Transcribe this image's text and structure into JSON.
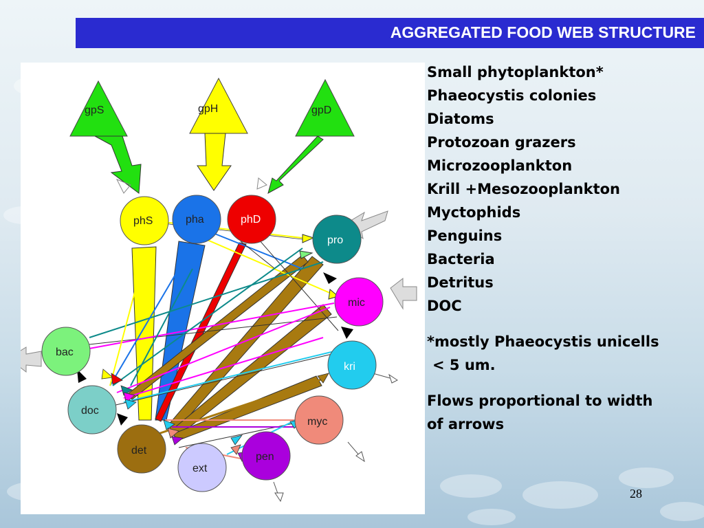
{
  "slide": {
    "title": "AGGREGATED FOOD WEB STRUCTURE",
    "page_number": "28"
  },
  "legend": {
    "lines": [
      "Small phytoplankton*",
      "Phaeocystis colonies",
      "Diatoms",
      "Protozoan grazers",
      "Microzooplankton",
      "Krill +Mesozooplankton",
      "Myctophids",
      "Penguins",
      "Bacteria",
      "Detritus",
      "DOC"
    ],
    "footnote_1": "*mostly Phaeocystis unicells",
    "footnote_2": "< 5 um.",
    "note_1": "Flows proportional to width",
    "note_2": "of arrows"
  },
  "diagram": {
    "nodes": {
      "gpS": {
        "label": "gpS",
        "color": "#22e010"
      },
      "gpH": {
        "label": "gpH",
        "color": "#ffff00"
      },
      "gpD": {
        "label": "gpD",
        "color": "#22e010"
      },
      "phS": {
        "label": "phS",
        "color": "#ffff00"
      },
      "pha": {
        "label": "pha",
        "color": "#1a73e8"
      },
      "phD": {
        "label": "phD",
        "color": "#ff0000"
      },
      "pro": {
        "label": "pro",
        "color": "#0d8a8a"
      },
      "mic": {
        "label": "mic",
        "color": "#ff00ff"
      },
      "kri": {
        "label": "kri",
        "color": "#22ccee"
      },
      "myc": {
        "label": "myc",
        "color": "#f08a7a"
      },
      "pen": {
        "label": "pen",
        "color": "#aa00dd"
      },
      "ext": {
        "label": "ext",
        "color": "#cccaff"
      },
      "det": {
        "label": "det",
        "color": "#9c6e10"
      },
      "doc": {
        "label": "doc",
        "color": "#7ccfc8"
      },
      "bac": {
        "label": "bac",
        "color": "#7cf27c"
      }
    }
  }
}
